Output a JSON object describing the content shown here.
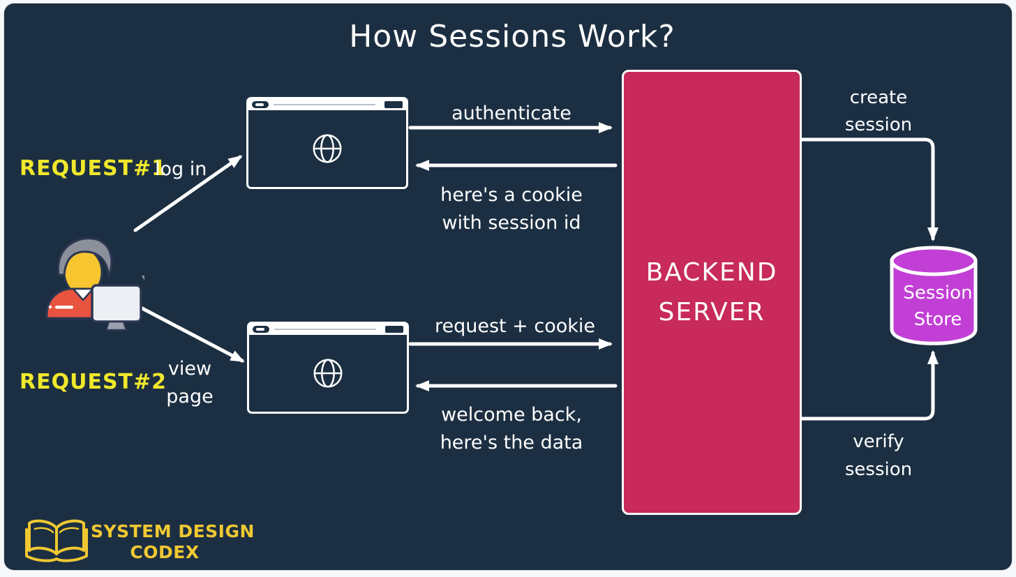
{
  "title": "How Sessions Work?",
  "colors": {
    "background": "#1c2f42",
    "frame": "#f7f8fa",
    "backend_server_fill": "#c72a5b",
    "session_store_fill": "#c23fd6",
    "request_label_yellow": "#f0e82b",
    "logo_gold": "#f0c832",
    "line_white": "#ffffff"
  },
  "flows": {
    "request1": {
      "label": "REQUEST#1",
      "action": "log in"
    },
    "request2": {
      "label": "REQUEST#2",
      "action_line1": "view",
      "action_line2": "page"
    },
    "authenticate": "authenticate",
    "cookie_line1": "here's a cookie",
    "cookie_line2": "with session id",
    "request_cookie": "request + cookie",
    "welcome_line1": "welcome back,",
    "welcome_line2": "here's the data",
    "create_line1": "create",
    "create_line2": "session",
    "verify_line1": "verify",
    "verify_line2": "session"
  },
  "nodes": {
    "backend_line1": "BACKEND",
    "backend_line2": "SERVER",
    "store_line1": "Session",
    "store_line2": "Store"
  },
  "logo": {
    "line1": "SYSTEM DESIGN",
    "line2": "CODEX"
  }
}
